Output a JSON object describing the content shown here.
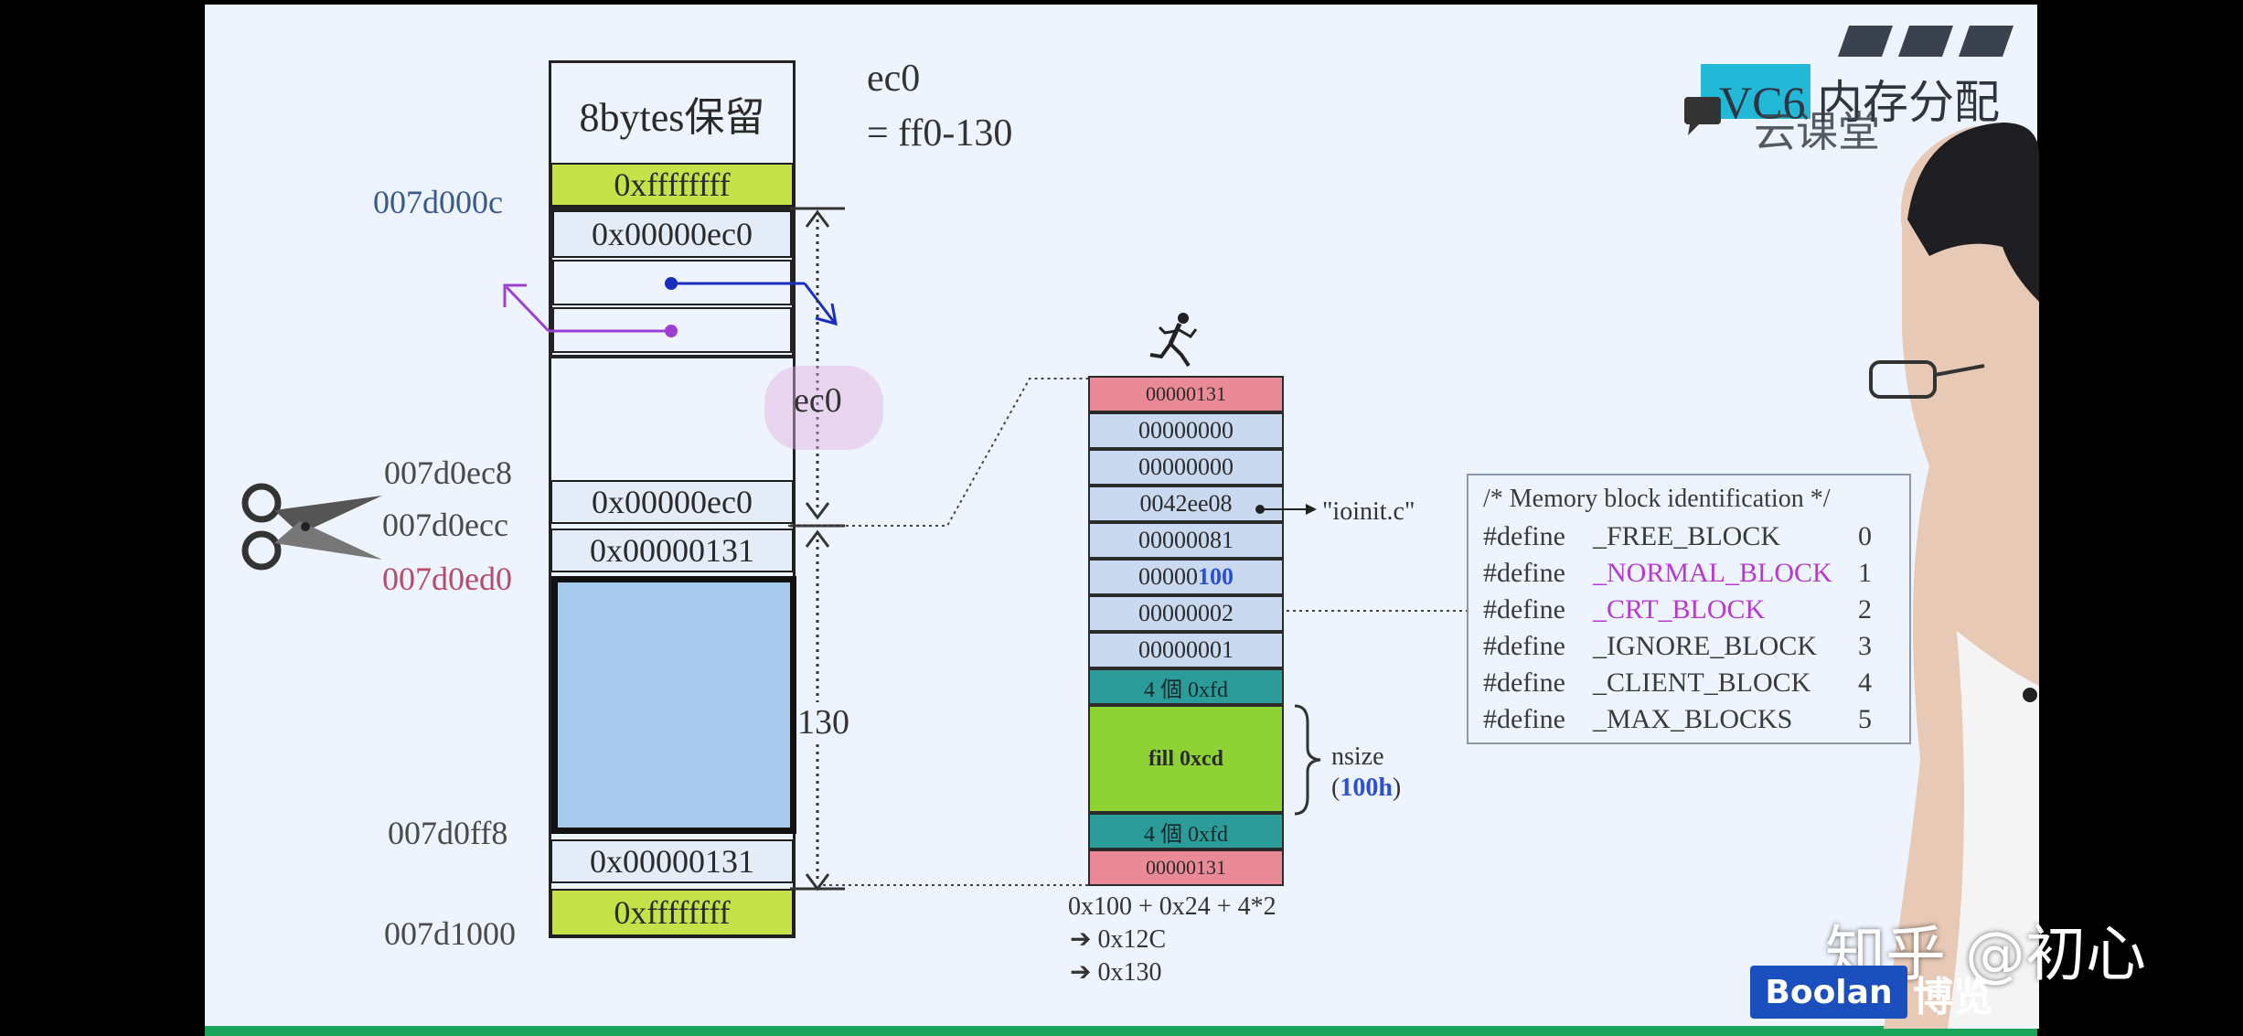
{
  "slide": {
    "title": "VC6 内存分配",
    "logo_text": "云课堂",
    "brand": "Boolan",
    "brand_suffix": "博览",
    "watermark": "知乎 @初心",
    "colors": {
      "slide_bg": "#eef4fd",
      "yellow": "#c6e24a",
      "pink": "#e98a96",
      "teal": "#2c9c9a",
      "green": "#8fd234",
      "blue_region": "#a6c9ec",
      "purple": "#9b3fd3"
    }
  },
  "left_diagram": {
    "header": "8bytes保留",
    "cells": [
      "0xffffffff",
      "0x00000ec0",
      "0x00000ec0",
      "0x00000131",
      "0x00000131",
      "0xffffffff"
    ],
    "addresses": [
      "007d000c",
      "007d0ec8",
      "007d0ecc",
      "007d0ed0",
      "007d0ff8",
      "007d1000"
    ],
    "size_labels": {
      "top": "ec0",
      "bottom": "130"
    },
    "formula_line1": "ec0",
    "formula_line2": "= ff0-130"
  },
  "right_diagram": {
    "cells": [
      "00000131",
      "00000000",
      "00000000",
      "0042ee08",
      "00000081",
      "00000",
      "100",
      "00000002",
      "00000001",
      "4 個 0xfd",
      "fill 0xcd",
      "4 個 0xfd",
      "00000131"
    ],
    "file_label": "\"ioinit.c\"",
    "nsize_label": "nsize",
    "nsize_value_open": "(",
    "nsize_value": "100h",
    "nsize_value_close": ")",
    "calc": [
      "0x100 + 0x24 + 4*2",
      "0x12C",
      "0x130"
    ]
  },
  "defines": {
    "comment": "/* Memory block identification */",
    "rows": [
      {
        "kw": "#define",
        "name": "_FREE_BLOCK",
        "val": "0"
      },
      {
        "kw": "#define",
        "name": "_NORMAL_BLOCK",
        "val": "1"
      },
      {
        "kw": "#define",
        "name": "_CRT_BLOCK",
        "val": "2"
      },
      {
        "kw": "#define",
        "name": "_IGNORE_BLOCK",
        "val": "3"
      },
      {
        "kw": "#define",
        "name": "_CLIENT_BLOCK",
        "val": "4"
      },
      {
        "kw": "#define",
        "name": "_MAX_BLOCKS",
        "val": "5"
      }
    ]
  }
}
